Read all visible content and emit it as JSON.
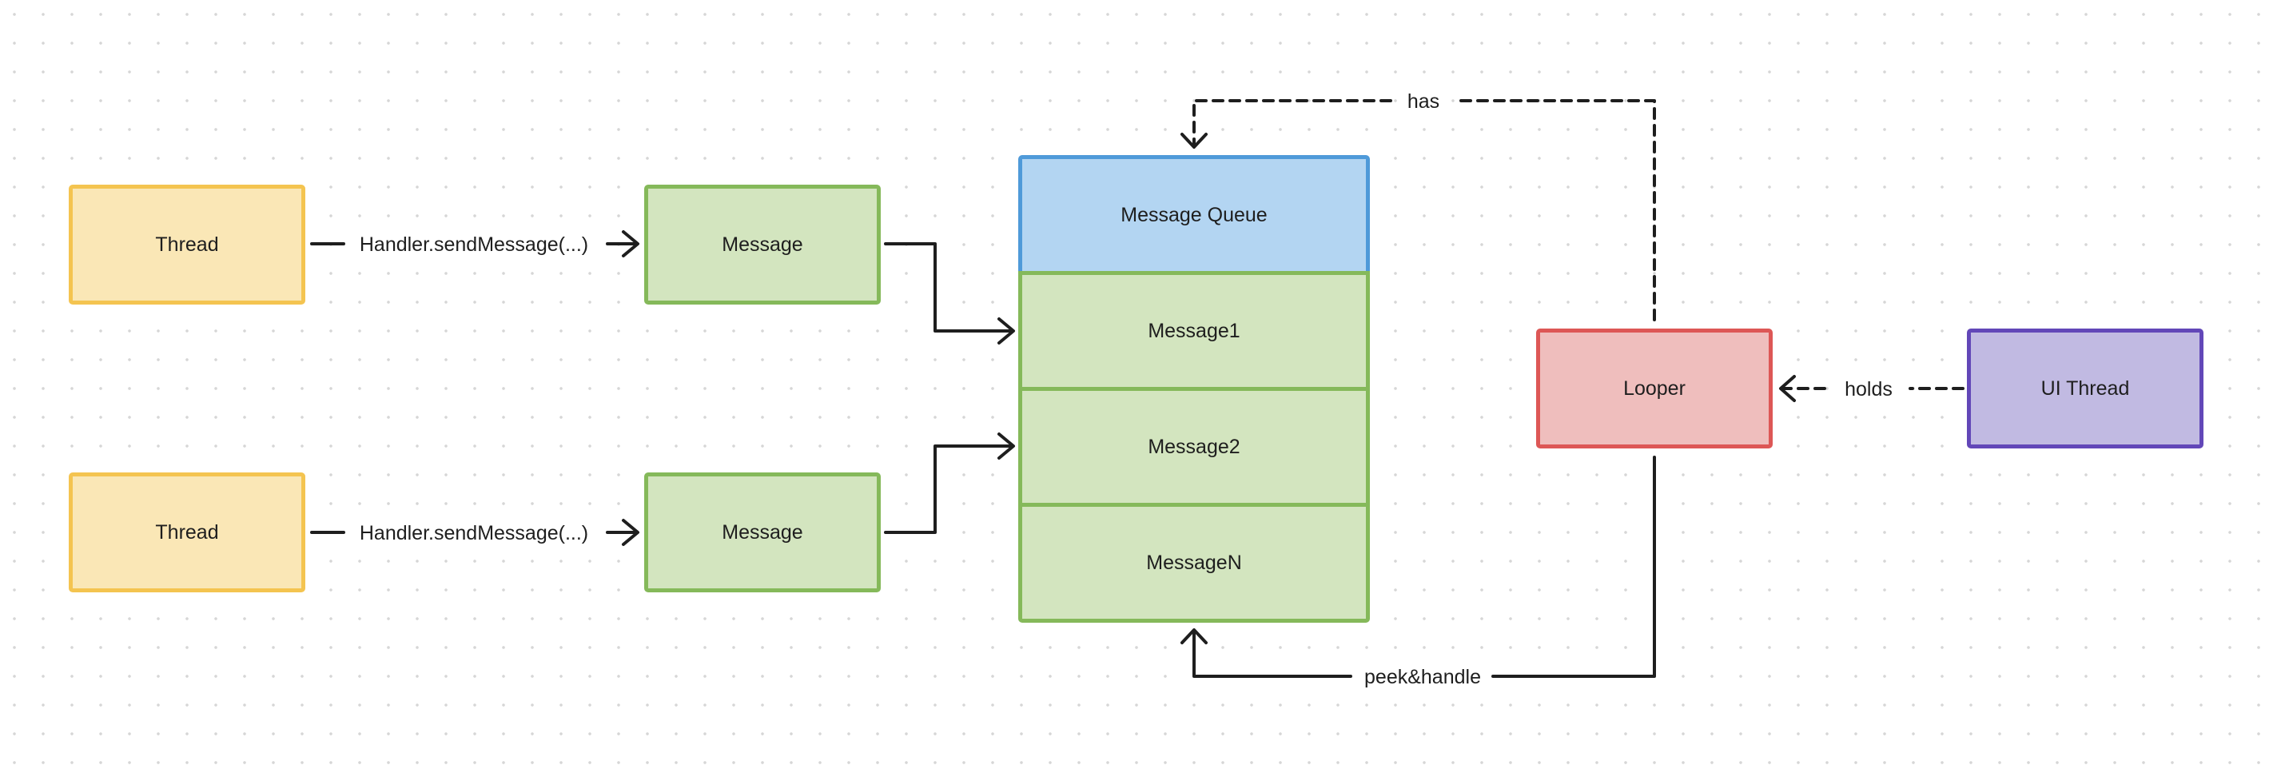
{
  "nodes": {
    "thread_top": "Thread",
    "thread_bottom": "Thread",
    "message_top": "Message",
    "message_bottom": "Message",
    "queue_header": "Message Queue",
    "queue_item_1": "Message1",
    "queue_item_2": "Message2",
    "queue_item_n": "MessageN",
    "looper": "Looper",
    "ui_thread": "UI Thread"
  },
  "edges": {
    "send_top": "Handler.sendMessage(...)",
    "send_bottom": "Handler.sendMessage(...)",
    "has": "has",
    "holds": "holds",
    "peek_handle": "peek&handle"
  },
  "colors": {
    "thread_fill": "#fae7b6",
    "thread_stroke": "#f4c450",
    "message_fill": "#d3e5bf",
    "message_stroke": "#85b95a",
    "queue_fill": "#b3d5f2",
    "queue_stroke": "#4f9ad9",
    "looper_fill": "#efbebd",
    "looper_stroke": "#dd5756",
    "ui_thread_fill": "#c1bae2",
    "ui_thread_stroke": "#6247b8",
    "edge": "#1e1e1e"
  }
}
